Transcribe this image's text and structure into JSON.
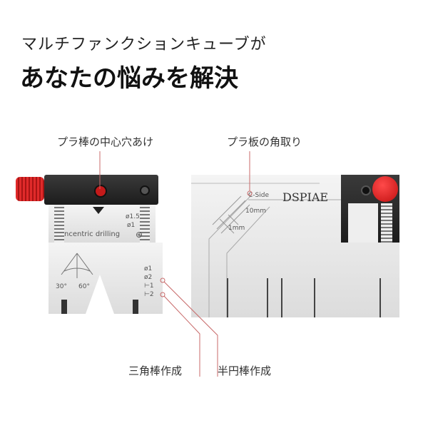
{
  "headline": {
    "line1": "マルチファンクションキューブが",
    "line2": "あなたの悩みを解決"
  },
  "callouts": {
    "center_drilling": "プラ棒の中心穴あけ",
    "chamfer": "プラ板の角取り",
    "triangle_rod": "三角棒作成",
    "half_round_rod": "半円棒作成"
  },
  "left_tool": {
    "engraving": "ncentric drilling",
    "sizes_top": [
      "ø1.5",
      "ø1"
    ],
    "angles": [
      "30°",
      "60°"
    ],
    "marks": [
      "ø1",
      "ø2",
      "⊢1",
      "⊢2"
    ]
  },
  "right_tool": {
    "brand": "DSPIAE",
    "side_label": "C-Side",
    "dims": [
      "10mm",
      "1mm"
    ]
  },
  "colors": {
    "accent": "#d42020",
    "line": "#c86a6a"
  }
}
